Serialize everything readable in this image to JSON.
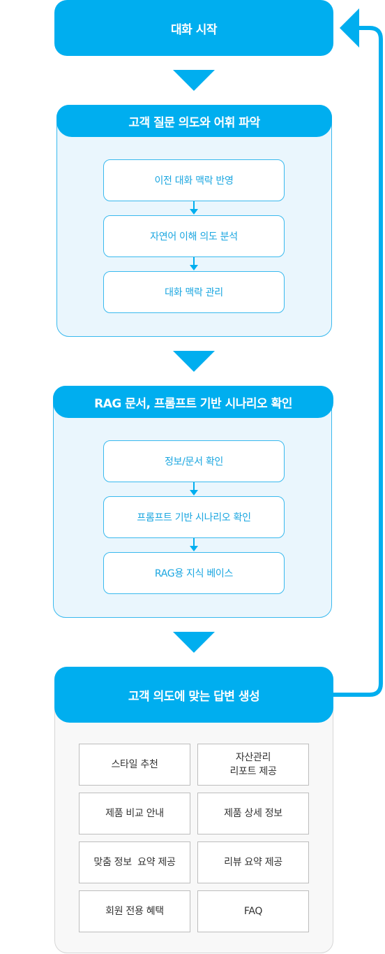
{
  "flow": {
    "start_label": "대화 시작",
    "stage1": {
      "title": "고객 질문 의도와 어휘 파악",
      "steps": [
        "이전 대화 맥락 반영",
        "자연어 이해 의도 분석",
        "대화 맥락 관리"
      ]
    },
    "stage2": {
      "title": "RAG 문서, 프롬프트 기반 시나리오 확인",
      "steps": [
        "정보/문서 확인",
        "프롬프트 기반 시나리오 확인",
        "RAG용 지식 베이스"
      ]
    },
    "stage3": {
      "title": "고객 의도에 맞는 답변 생성",
      "outputs": [
        {
          "lines": [
            "스타일 추천"
          ]
        },
        {
          "lines": [
            "자산관리",
            "리포트 제공"
          ]
        },
        {
          "lines": [
            "제품 비교 안내"
          ]
        },
        {
          "lines": [
            "제품 상세 정보"
          ]
        },
        {
          "lines": [
            "맞춤 정보  요약 제공"
          ]
        },
        {
          "lines": [
            "리뷰 요약 제공"
          ]
        },
        {
          "lines": [
            "회원 전용 혜택"
          ]
        },
        {
          "lines": [
            "FAQ"
          ]
        }
      ]
    }
  },
  "colors": {
    "accent": "#00aeef",
    "panel_bg": "#eaf6fd",
    "step_text": "#1aa6e0",
    "gray_panel": "#f8f8f8"
  }
}
